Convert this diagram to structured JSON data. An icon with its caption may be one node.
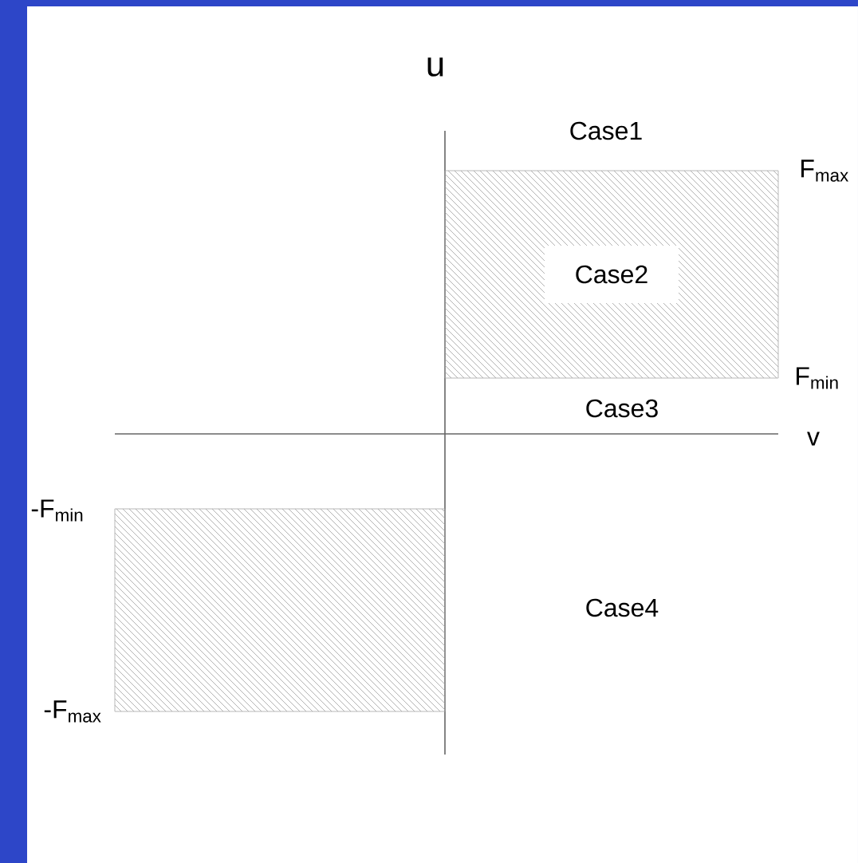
{
  "diagram": {
    "nodes": [
      {
        "text": [
          "Case2"
        ]
      },
      {
        "text": [],
        "shape": "box"
      }
    ],
    "labels": [
      "u",
      "Case1",
      "F$_{max}$",
      "F$_{min}$",
      "Case3",
      "v",
      "-F$_{min}$",
      "Case4",
      "-F$_{max}$"
    ]
  }
}
